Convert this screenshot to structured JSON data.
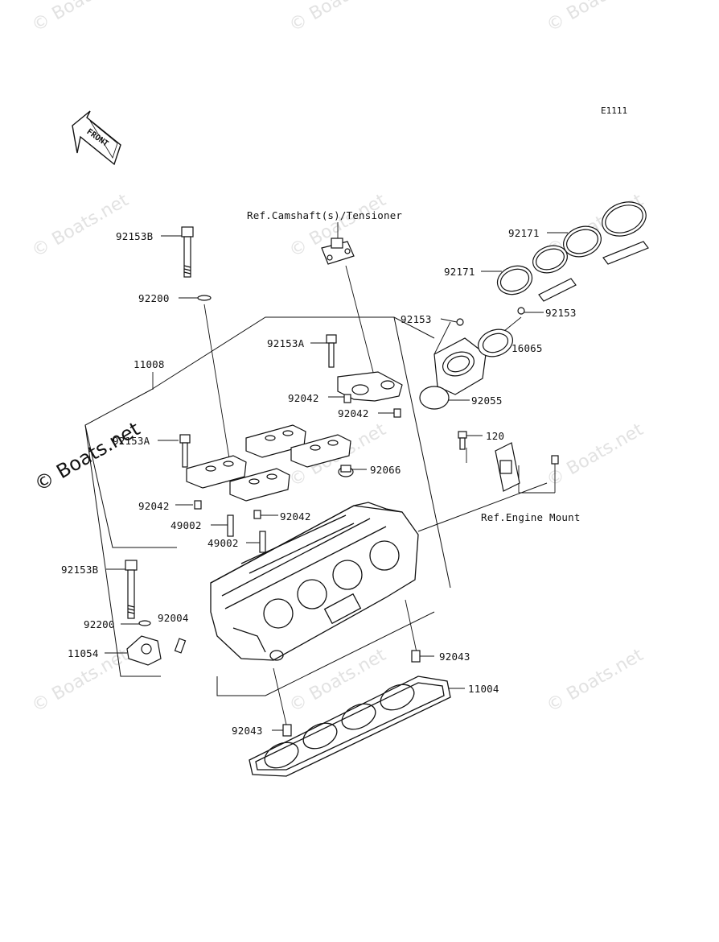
{
  "diagram_code": "E1111",
  "front_label": "FRONT",
  "watermarks": {
    "text": "© Boats.net",
    "bold_text": "© Boats.net"
  },
  "refs": {
    "camshaft": "Ref.Camshaft(s)/Tensioner",
    "engine_mount": "Ref.Engine Mount"
  },
  "callouts": {
    "p92153B_top": "92153B",
    "p92200_top": "92200",
    "p11008": "11008",
    "p92153A_mid": "92153A",
    "p92042_a": "92042",
    "p92042_b": "92042",
    "p92153A_left": "92153A",
    "p92042_c": "92042",
    "p92042_d": "92042",
    "p49002_a": "49002",
    "p49002_b": "49002",
    "p92153B_low": "92153B",
    "p92200_low": "92200",
    "p92004": "92004",
    "p11054": "11054",
    "p92171_a": "92171",
    "p92171_b": "92171",
    "p92153_a": "92153",
    "p92153_b": "92153",
    "p16065": "16065",
    "p92055": "92055",
    "p120": "120",
    "p92066": "92066",
    "p92043_a": "92043",
    "p11004": "11004",
    "p92043_b": "92043"
  }
}
